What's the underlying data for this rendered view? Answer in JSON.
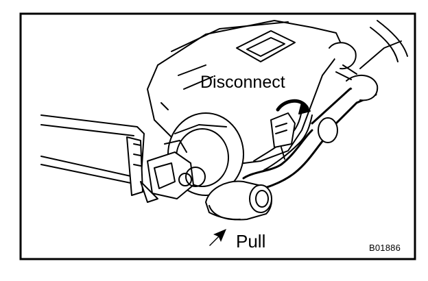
{
  "labels": {
    "disconnect": "Disconnect",
    "pull": "Pull",
    "figure_code": "B01886"
  },
  "colors": {
    "ink": "#000000",
    "paper": "#ffffff"
  }
}
